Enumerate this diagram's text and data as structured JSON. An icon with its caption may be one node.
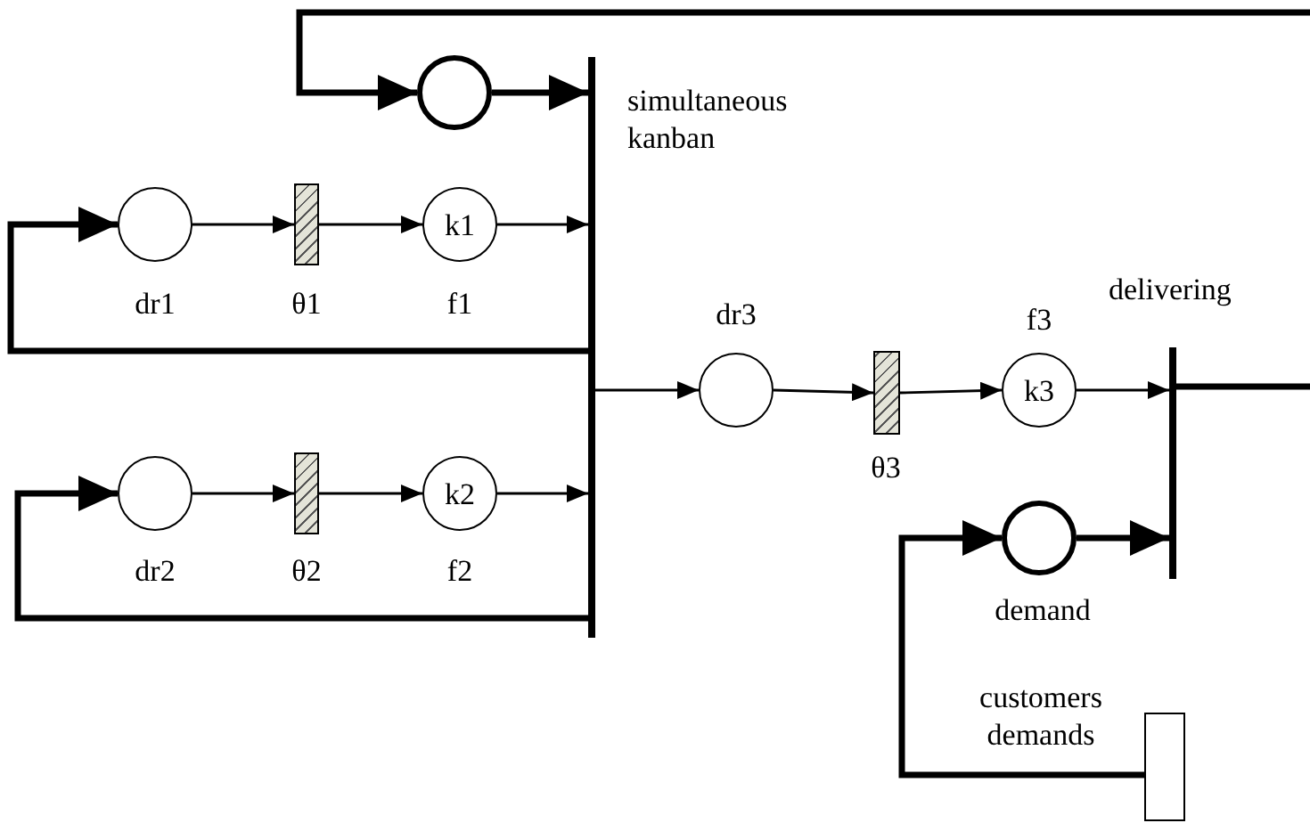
{
  "diagram": {
    "nodes": [
      {
        "text": [],
        "shape": "circle"
      },
      {
        "text": [],
        "shape": "bar",
        "beside": [
          "simultaneous kanban"
        ]
      },
      {
        "text": [],
        "shape": "circle",
        "beside": [
          "dr1"
        ]
      },
      {
        "text": [],
        "shape": "box",
        "beside": [
          "θ1"
        ]
      },
      {
        "text": [
          "k1"
        ],
        "beside": [
          "f1"
        ]
      },
      {
        "text": [],
        "shape": "circle",
        "beside": [
          "dr2"
        ]
      },
      {
        "text": [],
        "shape": "box",
        "beside": [
          "θ2"
        ]
      },
      {
        "text": [
          "k2"
        ],
        "beside": [
          "f2"
        ]
      },
      {
        "text": [],
        "shape": "circle",
        "beside": [
          "dr3"
        ]
      },
      {
        "text": [],
        "shape": "box",
        "beside": [
          "θ3"
        ]
      },
      {
        "text": [
          "k3"
        ],
        "beside": [
          "f3"
        ]
      },
      {
        "text": [],
        "shape": "bar",
        "beside": [
          "delivering"
        ]
      },
      {
        "text": [],
        "shape": "circle",
        "beside": [
          "demand"
        ]
      },
      {
        "text": [],
        "shape": "box",
        "beside": [
          "customers demands"
        ]
      }
    ],
    "edges": [
      {
        "from": 11,
        "to": null,
        "arrow": "none",
        "style": "thick"
      },
      {
        "from": null,
        "to": 0,
        "arrow": "to",
        "style": "thick"
      },
      {
        "from": 0,
        "to": 1,
        "arrow": "to",
        "style": "thick"
      },
      {
        "from": 2,
        "to": 3,
        "arrow": "to"
      },
      {
        "from": 3,
        "to": 4,
        "arrow": "to"
      },
      {
        "from": 4,
        "to": 1,
        "arrow": "to"
      },
      {
        "from": 1,
        "to": 2,
        "arrow": "to",
        "style": "thick"
      },
      {
        "from": 5,
        "to": 6,
        "arrow": "to"
      },
      {
        "from": 6,
        "to": 7,
        "arrow": "to"
      },
      {
        "from": 7,
        "to": 1,
        "arrow": "to"
      },
      {
        "from": 1,
        "to": 5,
        "arrow": "to",
        "style": "thick"
      },
      {
        "from": 1,
        "to": 8,
        "arrow": "to"
      },
      {
        "from": 8,
        "to": 9,
        "arrow": "to"
      },
      {
        "from": 9,
        "to": 10,
        "arrow": "to"
      },
      {
        "from": 10,
        "to": 11,
        "arrow": "to"
      },
      {
        "from": 12,
        "to": 11,
        "arrow": "to",
        "style": "thick"
      },
      {
        "from": 13,
        "to": 12,
        "arrow": "to",
        "style": "thick"
      }
    ]
  }
}
